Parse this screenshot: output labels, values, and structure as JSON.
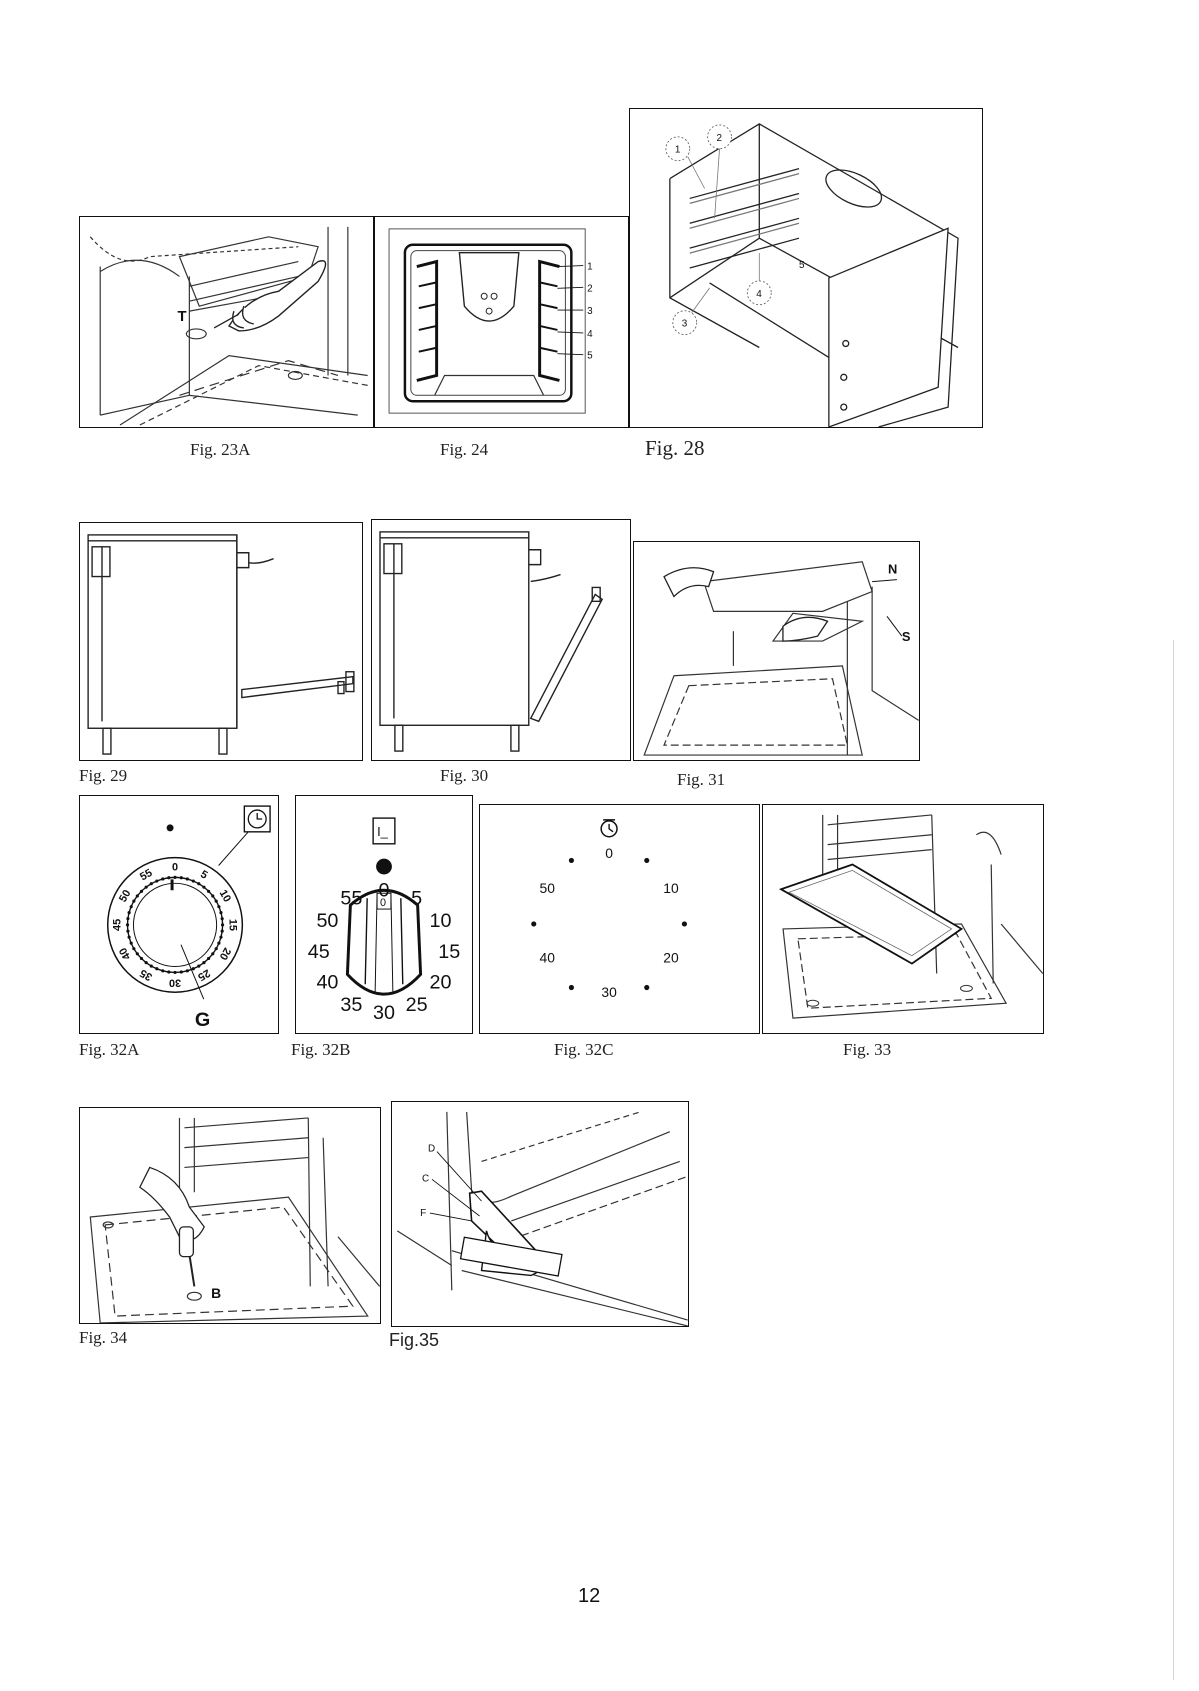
{
  "figures": {
    "fig23a": {
      "caption": "Fig. 23A",
      "callout_t": "T"
    },
    "fig24": {
      "caption": "Fig. 24",
      "levels": [
        "1",
        "2",
        "3",
        "4",
        "5"
      ]
    },
    "fig28": {
      "caption": "Fig. 28",
      "callouts": [
        "1",
        "2",
        "3",
        "4",
        "5"
      ]
    },
    "fig29": {
      "caption": "Fig. 29"
    },
    "fig30": {
      "caption": "Fig. 30"
    },
    "fig31": {
      "caption": "Fig. 31",
      "callout_n": "N",
      "callout_s": "S"
    },
    "fig32a": {
      "caption": "Fig. 32A",
      "callout_g": "G",
      "dial_numbers": [
        "0",
        "5",
        "10",
        "15",
        "20",
        "25",
        "30",
        "35",
        "40",
        "45",
        "50",
        "55"
      ]
    },
    "fig32b": {
      "caption": "Fig. 32B",
      "switch_symbol": "I_",
      "knob_marker": "0",
      "dial_numbers": [
        "0",
        "5",
        "10",
        "15",
        "20",
        "25",
        "30",
        "35",
        "40",
        "45",
        "50",
        "55"
      ]
    },
    "fig32c": {
      "caption": "Fig. 32C",
      "dial_numbers": [
        "0",
        "10",
        "20",
        "30",
        "40",
        "50"
      ]
    },
    "fig33": {
      "caption": "Fig. 33"
    },
    "fig34": {
      "caption": "Fig. 34",
      "callout_b": "B"
    },
    "fig35": {
      "caption": "Fig.35",
      "callout_d": "D",
      "callout_c": "C",
      "callout_f": "F"
    }
  },
  "page_number": "12",
  "colors": {
    "ink": "#111111",
    "paper": "#ffffff",
    "figure_border": "#111111"
  },
  "icons": [
    "clock-icon",
    "switch-icon",
    "hand-illustration",
    "oven-illustration"
  ]
}
